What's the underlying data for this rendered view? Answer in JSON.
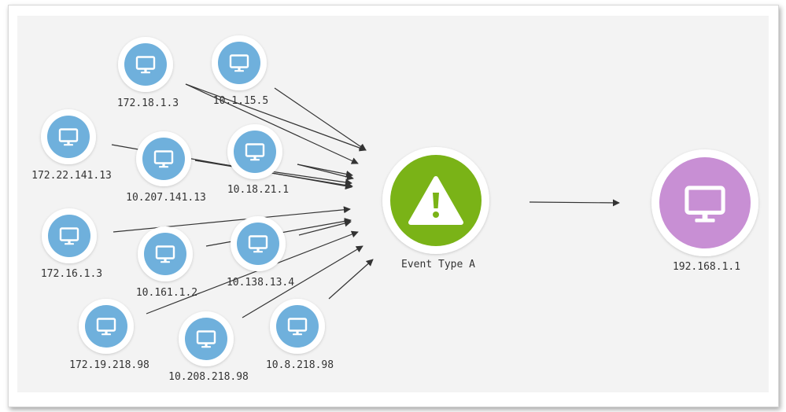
{
  "colors": {
    "source_node": "#6fb0dc",
    "event_node": "#7ab317",
    "target_node": "#c88fd4",
    "edge": "#333333",
    "background": "#f3f3f3"
  },
  "source_icon": "monitor-icon",
  "event_icon": "warning-icon",
  "target_icon": "monitor-icon",
  "sources": [
    {
      "id": "src-1",
      "label": "172.18.1.3"
    },
    {
      "id": "src-2",
      "label": "10.1.15.5"
    },
    {
      "id": "src-3",
      "label": "172.22.141.13"
    },
    {
      "id": "src-4",
      "label": "10.207.141.13"
    },
    {
      "id": "src-5",
      "label": "10.18.21.1"
    },
    {
      "id": "src-6",
      "label": "172.16.1.3"
    },
    {
      "id": "src-7",
      "label": "10.161.1.2"
    },
    {
      "id": "src-8",
      "label": "10.138.13.4"
    },
    {
      "id": "src-9",
      "label": "172.19.218.98"
    },
    {
      "id": "src-10",
      "label": "10.208.218.98"
    },
    {
      "id": "src-11",
      "label": "10.8.218.98"
    }
  ],
  "event": {
    "id": "event-type-a",
    "label": "Event Type A"
  },
  "target": {
    "id": "target-host",
    "label": "192.168.1.1"
  }
}
